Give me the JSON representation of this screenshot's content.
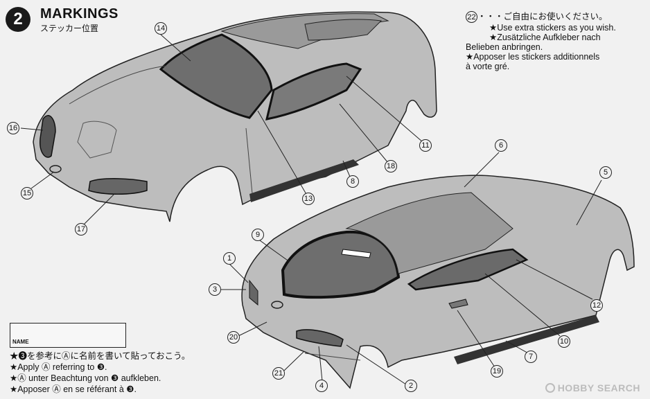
{
  "header": {
    "step_number": "2",
    "title": "MARKINGS",
    "subtitle": "ステッカー位置"
  },
  "note": {
    "number": "22",
    "lines": [
      "・・・ご自由にお使いください。",
      "★Use extra stickers as you wish.",
      "★Zusätzliche Aufkleber nach",
      "Belieben anbringen.",
      "★Apposer les stickers additionnels",
      "à vorte gré."
    ]
  },
  "callouts": [
    "1",
    "2",
    "3",
    "4",
    "5",
    "6",
    "7",
    "8",
    "9",
    "10",
    "11",
    "12",
    "13",
    "14",
    "15",
    "16",
    "17",
    "18",
    "19",
    "20",
    "21"
  ],
  "name_box": {
    "label": "NAME"
  },
  "instructions": [
    "★❸を参考にⒶに名前を書いて貼っておこう。",
    "★Apply Ⓐ referring to ❸.",
    "★Ⓐ unter Beachtung von ❸ aufkleben.",
    "★Apposer Ⓐ en se référant à ❸."
  ],
  "watermark": {
    "text": "HOBBY SEARCH"
  }
}
